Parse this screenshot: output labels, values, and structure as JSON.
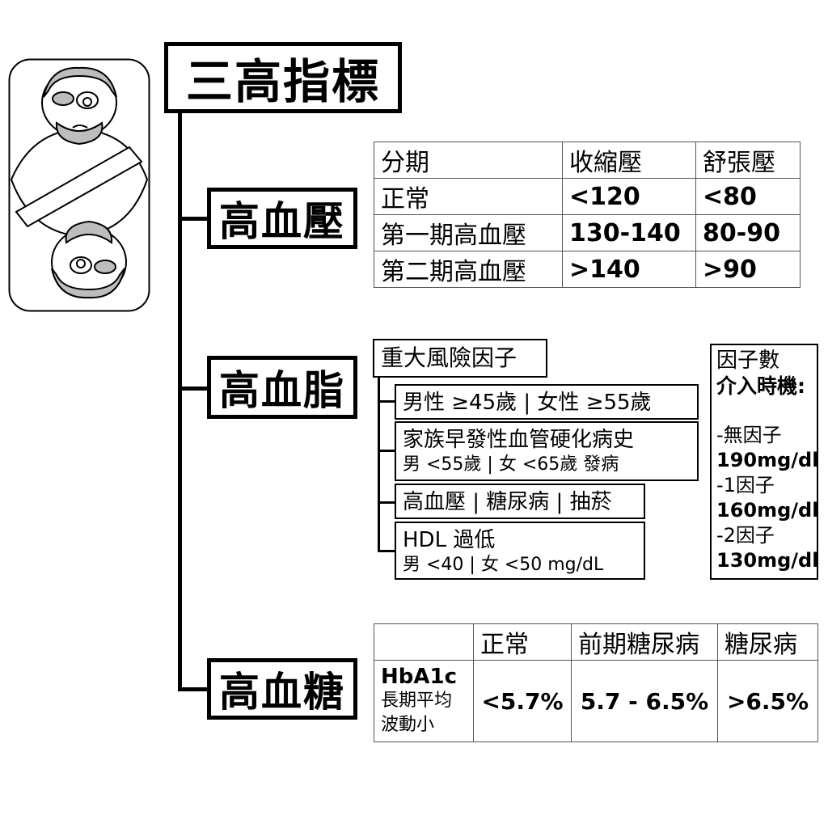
{
  "title": "三高指標",
  "categories": {
    "hypertension": "高血壓",
    "hyperlipidemia": "高血脂",
    "hyperglycemia": "高血糖"
  },
  "bp_table": {
    "headers": [
      "分期",
      "收縮壓",
      "舒張壓"
    ],
    "rows": [
      [
        "正常",
        "<120",
        "<80"
      ],
      [
        "第一期高血壓",
        "130-140",
        "80-90"
      ],
      [
        "第二期高血壓",
        ">140",
        ">90"
      ]
    ]
  },
  "lipid": {
    "risk_header": "重大風險因子",
    "factors": [
      {
        "line1": "男性 ≥45歲 | 女性 ≥55歲"
      },
      {
        "line1": "家族早發性血管硬化病史",
        "line2": "男 <55歲 | 女 <65歲 發病"
      },
      {
        "line1": "高血壓 | 糖尿病 | 抽菸"
      },
      {
        "line1": "HDL 過低",
        "line2": "男 <40 | 女 <50 mg/dL"
      }
    ],
    "intervention": {
      "title_1": "因子數",
      "title_2": "介入時機:",
      "items": [
        {
          "label": "-無因子",
          "value": "190mg/dl"
        },
        {
          "label": "-1因子",
          "value": "160mg/dl"
        },
        {
          "label": "-2因子",
          "value": "130mg/dl"
        }
      ]
    }
  },
  "glucose_table": {
    "headers": [
      "",
      "正常",
      "前期糖尿病",
      "糖尿病"
    ],
    "row_label": {
      "name": "HbA1c",
      "sub1": "長期平均",
      "sub2": "波動小"
    },
    "values": [
      "<5.7%",
      "5.7 - 6.5%",
      ">6.5%"
    ]
  }
}
